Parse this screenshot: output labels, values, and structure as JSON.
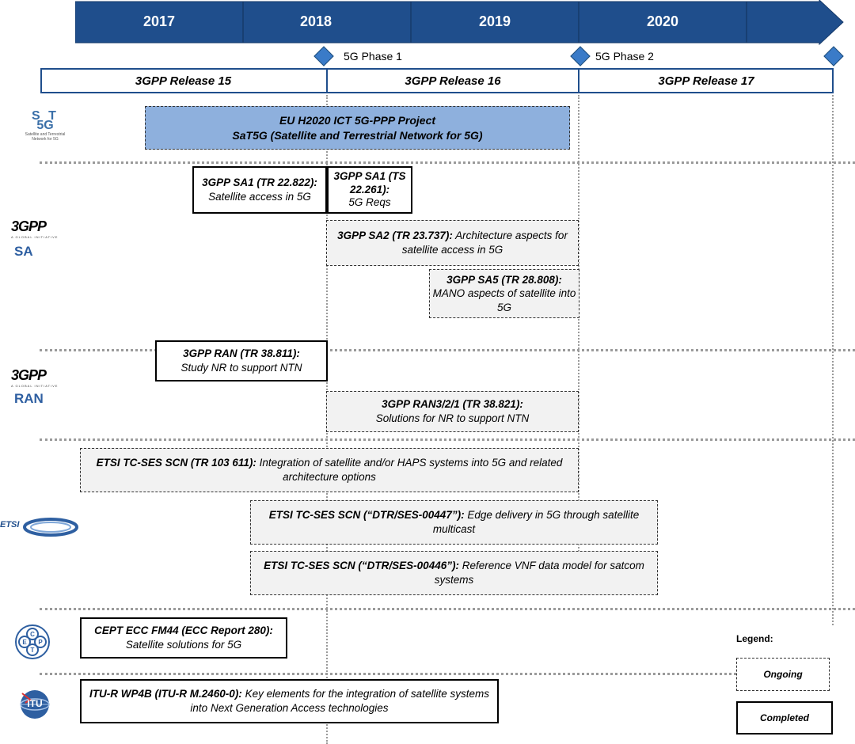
{
  "timeline": {
    "years": [
      "2017",
      "2018",
      "2019",
      "2020"
    ],
    "milestones": [
      "5G Phase 1",
      "5G Phase 2"
    ],
    "releases": [
      "3GPP Release 15",
      "3GPP Release 16",
      "3GPP Release 17"
    ]
  },
  "logos": {
    "sat5g": {
      "title": "S  T",
      "big": "5G",
      "caption": "Satellite and Terrestrial\nNetwork for 5G"
    },
    "sa": {
      "mark": "3GPP",
      "sub": "A GLOBAL INITIATIVE",
      "label": "SA"
    },
    "ran": {
      "mark": "3GPP",
      "sub": "A GLOBAL INITIATIVE",
      "label": "RAN"
    },
    "etsi": {
      "label": "ETSI"
    },
    "cept": {
      "letters": [
        "C",
        "E",
        "P",
        "T"
      ]
    },
    "itu": {
      "label": "ITU"
    }
  },
  "boxes": {
    "sat5g_project": {
      "title": "EU H2020 ICT 5G-PPP Project",
      "line2": "SaT5G  (Satellite and Terrestrial Network for 5G)",
      "status": "ongoing"
    },
    "sa1_tr": {
      "bold": "3GPP SA1 (TR 22.822):",
      "text": "Satellite access in 5G",
      "status": "completed"
    },
    "sa1_ts": {
      "bold": "3GPP SA1 (TS 22.261):",
      "text": "5G Reqs",
      "status": "completed"
    },
    "sa2": {
      "bold": "3GPP SA2 (TR 23.737):",
      "text": "Architecture aspects for satellite access in 5G",
      "status": "ongoing"
    },
    "sa5": {
      "bold": "3GPP SA5 (TR 28.808):",
      "text": "MANO aspects of satellite into 5G",
      "status": "ongoing"
    },
    "ran_tr": {
      "bold": "3GPP RAN (TR 38.811):",
      "text": "Study NR to support NTN",
      "status": "completed"
    },
    "ran321": {
      "bold": "3GPP RAN3/2/1 (TR 38.821):",
      "text": "Solutions for NR to support NTN",
      "status": "ongoing"
    },
    "etsi1": {
      "bold": "ETSI TC-SES SCN (TR 103 611):",
      "text": "Integration of satellite and/or HAPS systems into 5G and related architecture options",
      "status": "ongoing"
    },
    "etsi2": {
      "bold": "ETSI TC-SES SCN (“DTR/SES-00447”):",
      "text": "Edge delivery in 5G through satellite multicast",
      "status": "ongoing"
    },
    "etsi3": {
      "bold": "ETSI TC-SES SCN (“DTR/SES-00446”):",
      "text": "Reference VNF data model for satcom systems",
      "status": "ongoing"
    },
    "cept": {
      "bold": "CEPT ECC FM44 (ECC Report 280):",
      "text": "Satellite solutions for 5G",
      "status": "completed"
    },
    "itu": {
      "bold": "ITU-R WP4B (ITU-R  M.2460-0):",
      "text": "Key elements for the integration of satellite systems into Next Generation Access technologies",
      "status": "completed"
    }
  },
  "legend": {
    "title": "Legend:",
    "ongoing": "Ongoing",
    "completed": "Completed"
  },
  "colors": {
    "arrow": "#1f4e8c",
    "release_border": "#1f4e8c",
    "project_fill": "#8eb0dd",
    "diamond": "#3a7bc8"
  }
}
